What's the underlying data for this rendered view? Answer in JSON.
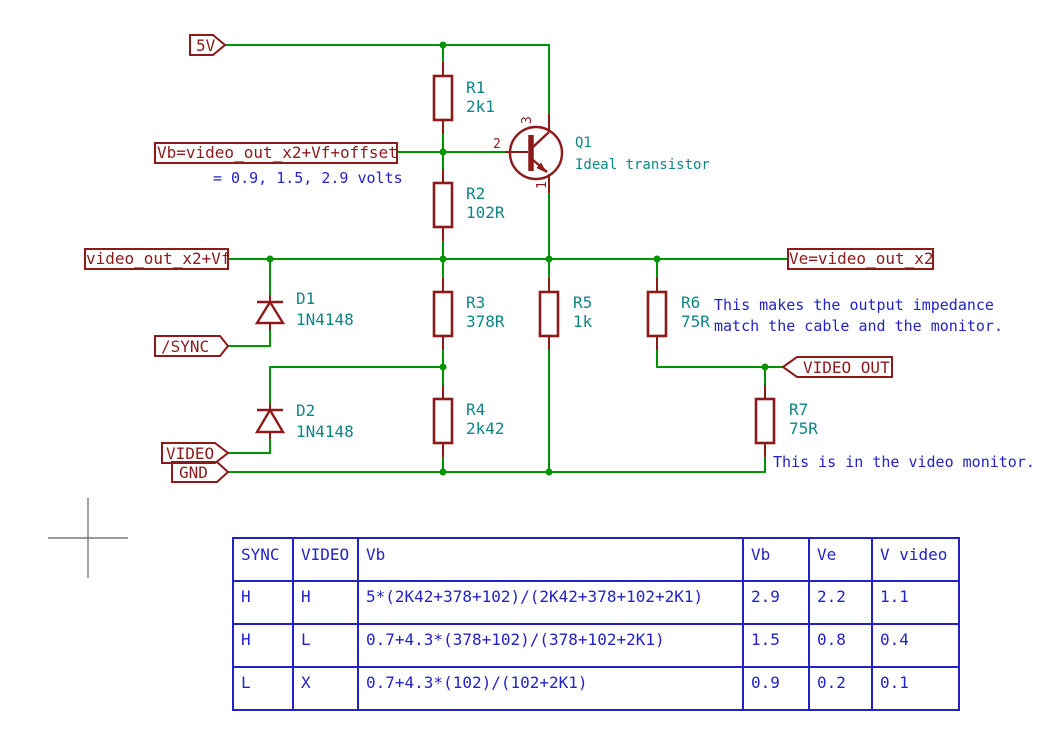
{
  "colors": {
    "wire_green": "#009400",
    "component_red": "#8C1A1A",
    "label_teal": "#0E8686",
    "note_blue": "#2222C8",
    "crosshair_gray": "#7A7A7A",
    "background": "#ffffff"
  },
  "schematic": {
    "power": {
      "v5": "5V"
    },
    "net_labels": {
      "vb_expr": "Vb=video_out_x2+Vf+offset",
      "video_out_x2_vf": "video_out_x2+Vf",
      "ve_expr": "Ve=video_out_x2",
      "sync": "/SYNC",
      "video": "VIDEO",
      "gnd": "GND",
      "video_out": "VIDEO_OUT"
    },
    "components": {
      "r1": {
        "ref": "R1",
        "value": "2k1"
      },
      "r2": {
        "ref": "R2",
        "value": "102R"
      },
      "r3": {
        "ref": "R3",
        "value": "378R"
      },
      "r4": {
        "ref": "R4",
        "value": "2k42"
      },
      "r5": {
        "ref": "R5",
        "value": "1k"
      },
      "r6": {
        "ref": "R6",
        "value": "75R"
      },
      "r7": {
        "ref": "R7",
        "value": "75R"
      },
      "d1": {
        "ref": "D1",
        "value": "1N4148"
      },
      "d2": {
        "ref": "D2",
        "value": "1N4148"
      },
      "q1": {
        "ref": "Q1",
        "value": "Ideal transistor",
        "pins": {
          "base": "2",
          "collector": "3",
          "emitter": "1"
        }
      }
    },
    "annotations": {
      "vb_values": "= 0.9, 1.5, 2.9 volts",
      "r6_note_line1": "This makes the output impedance",
      "r6_note_line2": "match the cable and the monitor.",
      "r7_note": "This is in the video monitor."
    }
  },
  "table": {
    "headers": [
      "SYNC",
      "VIDEO",
      "Vb",
      "Vb",
      "Ve",
      "V video"
    ],
    "rows": [
      [
        "H",
        "H",
        "5*(2K42+378+102)/(2K42+378+102+2K1)",
        "2.9",
        "2.2",
        "1.1"
      ],
      [
        "H",
        "L",
        "0.7+4.3*(378+102)/(378+102+2K1)",
        "1.5",
        "0.8",
        "0.4"
      ],
      [
        "L",
        "X",
        "0.7+4.3*(102)/(102+2K1)",
        "0.9",
        "0.2",
        "0.1"
      ]
    ]
  }
}
